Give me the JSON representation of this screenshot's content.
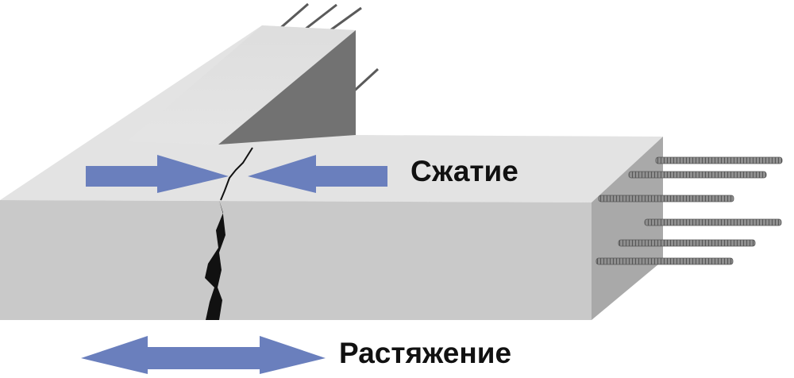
{
  "labels": {
    "compression": "Сжатие",
    "tension": "Растяжение"
  },
  "colors": {
    "background": "#ffffff",
    "beam_top": "#e2e2e2",
    "beam_front": "#c8c8c8",
    "beam_side": "#a9a9a9",
    "column_cut": "#727272",
    "crack": "#111111",
    "arrow": "#6a7fbd",
    "rebar": "#8a8a8a"
  },
  "icons": {
    "compression_arrows": "arrows-pointing-inward",
    "tension_arrow": "double-headed-arrow",
    "rebar": "threaded-rebar"
  }
}
